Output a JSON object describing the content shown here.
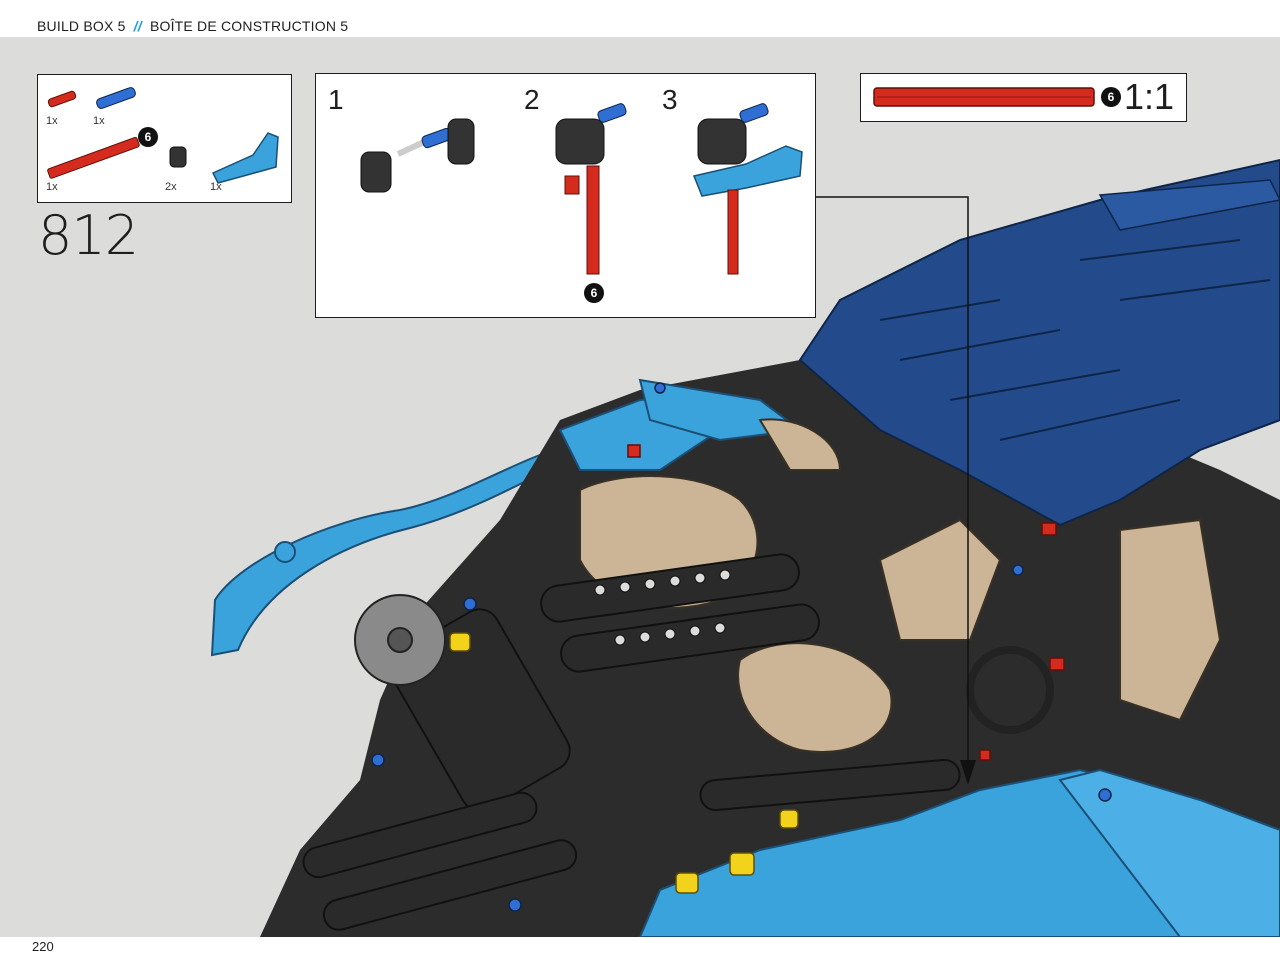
{
  "header": {
    "build_box_en": "BUILD BOX 5",
    "separator": "//",
    "build_box_fr": "BOÎTE DE CONSTRUCTION 5"
  },
  "parts_list": {
    "items": [
      {
        "qty": "1x",
        "part": "red-short-axle-pin"
      },
      {
        "qty": "1x",
        "part": "blue-axle-pin"
      },
      {
        "qty": "1x",
        "part": "red-axle",
        "length_badge": "6"
      },
      {
        "qty": "2x",
        "part": "black-axle-connector"
      },
      {
        "qty": "1x",
        "part": "blue-angled-beam"
      }
    ]
  },
  "step": {
    "number": "812"
  },
  "substeps": {
    "labels": [
      "1",
      "2",
      "3"
    ],
    "axle_badge": "6"
  },
  "scale": {
    "badge": "6",
    "label": "1:1"
  },
  "footer": {
    "page_number": "220"
  },
  "colors": {
    "accent_blue": "#1f9be0",
    "car_blue": "#3aa3dc",
    "dark_blue": "#234b8c",
    "tan": "#cbb596",
    "red": "#d52b1e",
    "background": "#dcdcdb"
  }
}
